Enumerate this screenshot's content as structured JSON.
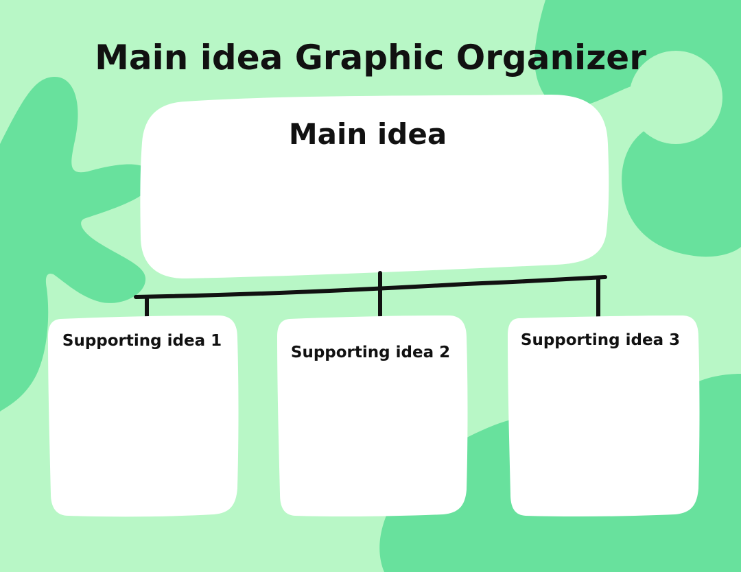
{
  "title": "Main idea Graphic Organizer",
  "main_box": {
    "label": "Main idea"
  },
  "supporting_boxes": [
    {
      "label": "Supporting idea 1"
    },
    {
      "label": "Supporting idea 2"
    },
    {
      "label": "Supporting idea 3"
    }
  ],
  "colors": {
    "background": "#b8f7c6",
    "blob": "#68e19d",
    "box_fill": "#ffffff",
    "line": "#111111",
    "text": "#111111"
  }
}
